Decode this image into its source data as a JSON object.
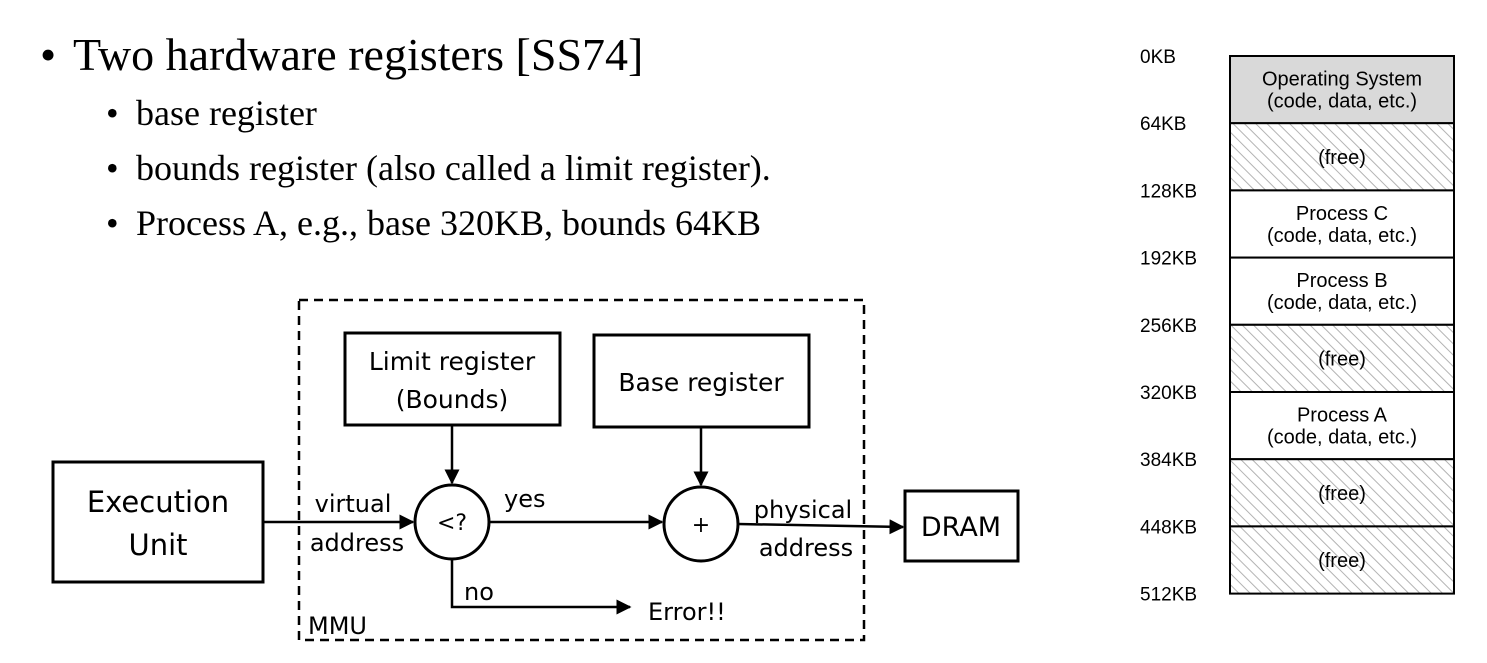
{
  "bullets": {
    "main": "Two hardware registers [SS74]",
    "items": [
      "base register",
      "bounds register (also called a limit register).",
      "Process A, e.g., base 320KB, bounds 64KB"
    ]
  },
  "diagram": {
    "execution_unit": [
      "Execution",
      "Unit"
    ],
    "limit_register": [
      "Limit register",
      "(Bounds)"
    ],
    "base_register": "Base register",
    "compare_op": "<?",
    "add_op": "+",
    "virtual_address": [
      "virtual",
      "address"
    ],
    "yes": "yes",
    "no": "no",
    "physical_address": [
      "physical",
      "address"
    ],
    "dram": "DRAM",
    "error": "Error!!",
    "mmu": "MMU"
  },
  "memory": {
    "addresses": [
      "0KB",
      "64KB",
      "128KB",
      "192KB",
      "256KB",
      "320KB",
      "384KB",
      "448KB",
      "512KB"
    ],
    "blocks": [
      {
        "lines": [
          "Operating System",
          "(code, data, etc.)"
        ],
        "fill": "#d9d9d9"
      },
      {
        "lines": [
          "(free)"
        ],
        "fill": "hatch"
      },
      {
        "lines": [
          "Process C",
          "(code, data, etc.)"
        ],
        "fill": "#ffffff"
      },
      {
        "lines": [
          "Process B",
          "(code, data, etc.)"
        ],
        "fill": "#ffffff"
      },
      {
        "lines": [
          "(free)"
        ],
        "fill": "hatch"
      },
      {
        "lines": [
          "Process A",
          "(code, data, etc.)"
        ],
        "fill": "#ffffff"
      },
      {
        "lines": [
          "(free)"
        ],
        "fill": "hatch"
      },
      {
        "lines": [
          "(free)"
        ],
        "fill": "hatch"
      }
    ]
  }
}
